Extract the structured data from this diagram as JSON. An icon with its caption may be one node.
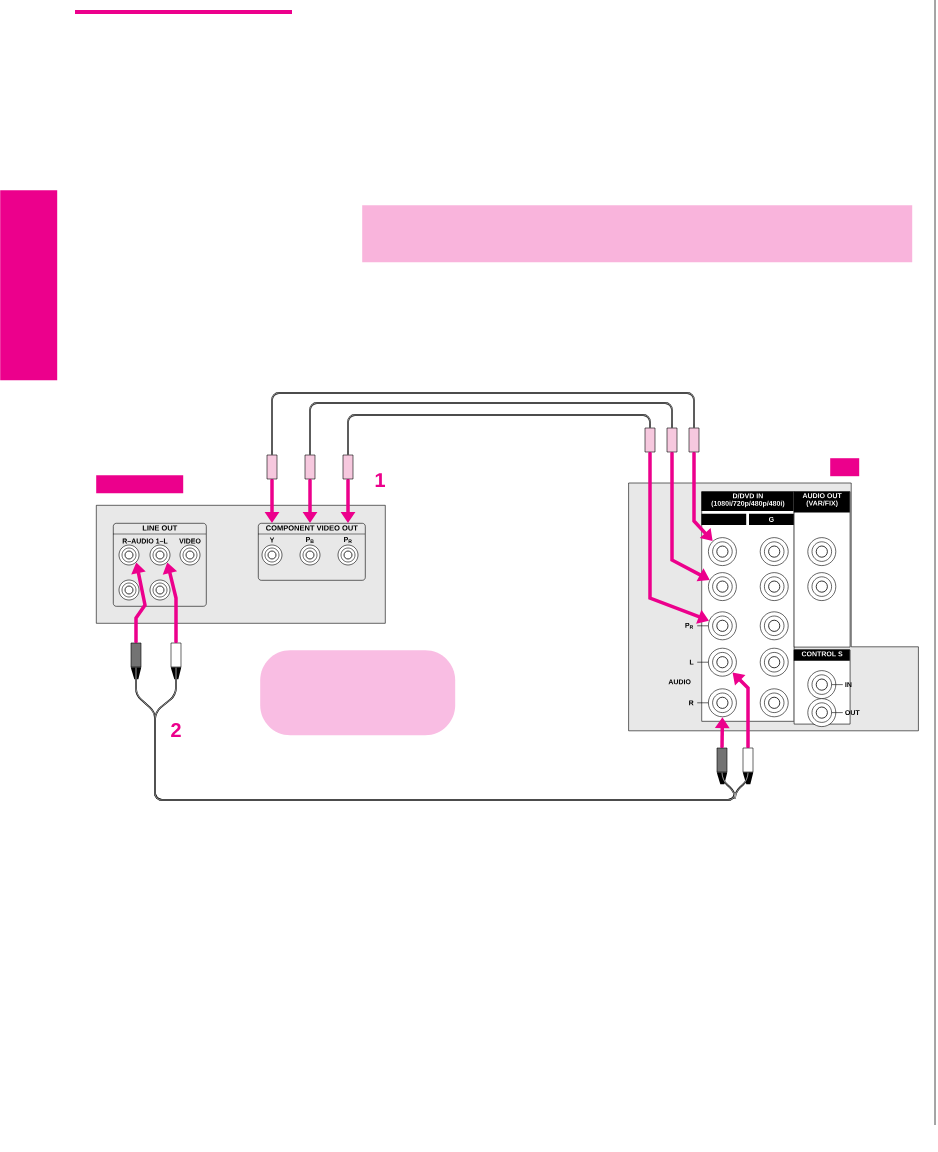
{
  "diagram": {
    "nodes": [
      {
        "text": [],
        "shape": "box"
      },
      {
        "text": [
          "LINE OUT"
        ],
        "in": 0
      },
      {
        "text": [],
        "shape": "circle",
        "in": 1
      },
      {
        "text": [],
        "shape": "circle",
        "in": 1
      },
      {
        "text": [
          "COMPONENT VIDEO OUT"
        ],
        "in": 0
      },
      {
        "text": [],
        "shape": "circle",
        "in": 4,
        "beside": [
          "Y"
        ]
      },
      {
        "text": [],
        "shape": "circle",
        "in": 4,
        "beside": [
          "P$_{B}$"
        ]
      },
      {
        "text": [],
        "shape": "circle",
        "in": 4,
        "beside": [
          "P$_{R}$"
        ]
      },
      {
        "text": [],
        "shape": "box"
      },
      {
        "text": [
          "D/DVD IN",
          "(1080i/720p/480p/480i)"
        ],
        "in": 8
      },
      {
        "text": [],
        "shape": "circle",
        "in": 9
      },
      {
        "text": [],
        "shape": "circle",
        "in": 9
      },
      {
        "text": [],
        "shape": "circle",
        "in": 9,
        "beside": [
          "P$_{R}$"
        ]
      },
      {
        "text": [],
        "shape": "circle",
        "in": 9,
        "beside": [
          "L"
        ]
      },
      {
        "text": [],
        "shape": "circle",
        "in": 9,
        "beside": [
          "R"
        ]
      },
      {
        "text": [
          "AUDIO OUT",
          "(VAR/FIX)"
        ],
        "in": 8
      },
      {
        "text": [
          "CONTROL S"
        ],
        "in": 8
      },
      {
        "text": [],
        "shape": "plug"
      },
      {
        "text": [],
        "shape": "plug"
      },
      {
        "text": [],
        "shape": "plug"
      },
      {
        "text": [],
        "shape": "plug"
      },
      {
        "text": [],
        "shape": "plug"
      },
      {
        "text": [],
        "shape": "plug"
      },
      {
        "text": [],
        "shape": "plug"
      },
      {
        "text": [],
        "shape": "plug"
      },
      {
        "text": [],
        "shape": "plug"
      },
      {
        "text": [],
        "shape": "plug"
      },
      {
        "text": [],
        "shape": "circle",
        "in": 1
      },
      {
        "text": [],
        "shape": "circle",
        "in": 1
      },
      {
        "text": [],
        "shape": "circle",
        "in": 1
      },
      {
        "text": [],
        "shape": "circle",
        "in": 9
      },
      {
        "text": [],
        "shape": "circle",
        "in": 9
      },
      {
        "text": [],
        "shape": "circle",
        "in": 9
      },
      {
        "text": [],
        "shape": "circle",
        "in": 9
      },
      {
        "text": [],
        "shape": "circle",
        "in": 9
      },
      {
        "text": [],
        "shape": "circle",
        "in": 15
      },
      {
        "text": [],
        "shape": "circle",
        "in": 15
      },
      {
        "text": [],
        "shape": "circle",
        "in": 16,
        "beside": [
          "IN"
        ]
      },
      {
        "text": [],
        "shape": "circle",
        "in": 16,
        "beside": [
          "OUT"
        ]
      },
      {
        "text": [],
        "shape": "box"
      },
      {
        "text": [],
        "shape": "box"
      },
      {
        "text": [],
        "shape": "box"
      },
      {
        "text": [],
        "shape": "box"
      },
      {
        "text": [],
        "shape": "box"
      }
    ],
    "edges": [
      {
        "from": 17,
        "to": 4,
        "arrow": "to",
        "color": "#ec008c"
      },
      {
        "from": 18,
        "to": 4,
        "arrow": "to",
        "color": "#ec008c"
      },
      {
        "from": 19,
        "to": 4,
        "arrow": "to",
        "color": "#ec008c"
      },
      {
        "from": 22,
        "to": 10,
        "arrow": "to",
        "color": "#ec008c"
      },
      {
        "from": 21,
        "to": 11,
        "arrow": "to",
        "color": "#ec008c"
      },
      {
        "from": 20,
        "to": 12,
        "arrow": "to",
        "color": "#ec008c"
      },
      {
        "from": 23,
        "to": 2,
        "arrow": "to",
        "color": "#ec008c"
      },
      {
        "from": 24,
        "to": 3,
        "arrow": "to",
        "color": "#ec008c"
      },
      {
        "from": 25,
        "to": 14,
        "arrow": "to",
        "color": "#ec008c"
      },
      {
        "from": 26,
        "to": 13,
        "arrow": "to",
        "color": "#ec008c"
      },
      {
        "from": 17,
        "to": 22,
        "arrow": "none",
        "color": "#000000"
      },
      {
        "from": 18,
        "to": 21,
        "arrow": "none",
        "color": "#000000"
      },
      {
        "from": 19,
        "to": 20,
        "arrow": "none",
        "color": "#000000"
      },
      {
        "from": 23,
        "to": 25,
        "arrow": "none",
        "color": "#000000"
      },
      {
        "from": 24,
        "to": 26,
        "arrow": "none",
        "color": "#000000"
      }
    ],
    "labels": [
      "1",
      "G",
      "R–AUDIO 1–L",
      "VIDEO",
      "AUDIO",
      "2"
    ]
  }
}
